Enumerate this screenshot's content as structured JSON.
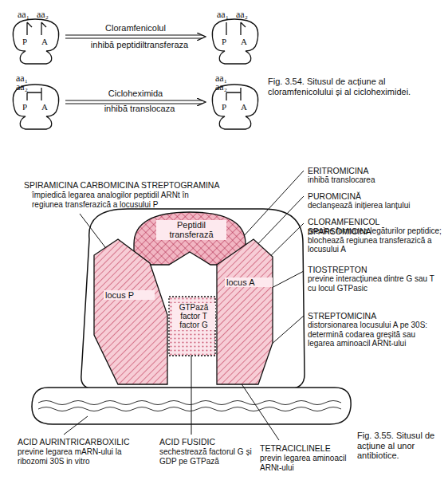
{
  "diagram": {
    "nodes": [
      {
        "text": [
          "aa₁",
          "aa₂",
          "P",
          "A"
        ]
      },
      {
        "text": [
          "aa₁",
          "aa₂",
          "P",
          "A"
        ]
      },
      {
        "text": [
          "aa₁",
          "aa₂",
          "P",
          "A"
        ]
      },
      {
        "text": [
          "aa₁",
          "aa₂",
          "P",
          "A"
        ]
      },
      {
        "text": [
          "Peptidil transferază"
        ]
      },
      {
        "text": [
          "locus P"
        ]
      },
      {
        "text": [
          "locus A"
        ]
      },
      {
        "text": [
          "GTPază factor T factor G"
        ]
      }
    ],
    "edges": [
      {
        "from": 0,
        "to": 1,
        "label": "Cloramfenicolul",
        "arrow": "to"
      },
      {
        "from": 2,
        "to": 3,
        "label": "Cicloheximida",
        "arrow": "to"
      }
    ],
    "labels": [
      "inhibă peptidiltransferaza",
      "inhibă translocaza",
      "Fig. 3.54. Situsul de acțiune al cloramfenicolului și al cicloheximidei.",
      "SPIRAMICINA CARBOMICINA STREPTOGRAMINA",
      "împiedică legarea analogilor peptidil ARNt în regiunea transferazică a locusului P",
      "ERITROMICINA",
      "inhibă translocarea",
      "PUROMICINĂ",
      "declanșează inițierea lanțului",
      "CLORAMFENICOL SPARSOMICINA",
      "previne formarea legăturilor peptidice; blochează regiunea transferazică a locusului A",
      "TIOSTREPTON",
      "previne interacțiunea dintre G sau T cu locul GTPasic",
      "STREPTOMICINA",
      "distorsionarea locusului A pe 30S: determină codarea greșită sau legarea aminoacil ARNt-ului",
      "ACID AURINTRICARBOXILIC",
      "previne legarea mARN-ului la ribozomi 30S in vitro",
      "ACID FUSIDIC",
      "sechestrează factorul G și GDP pe GTPază",
      "TETRACICLINELE",
      "previn legarea aminoacil ARNt-ului",
      "Fig. 3.55. Situsul de acțiune al unor antibiotice."
    ]
  }
}
